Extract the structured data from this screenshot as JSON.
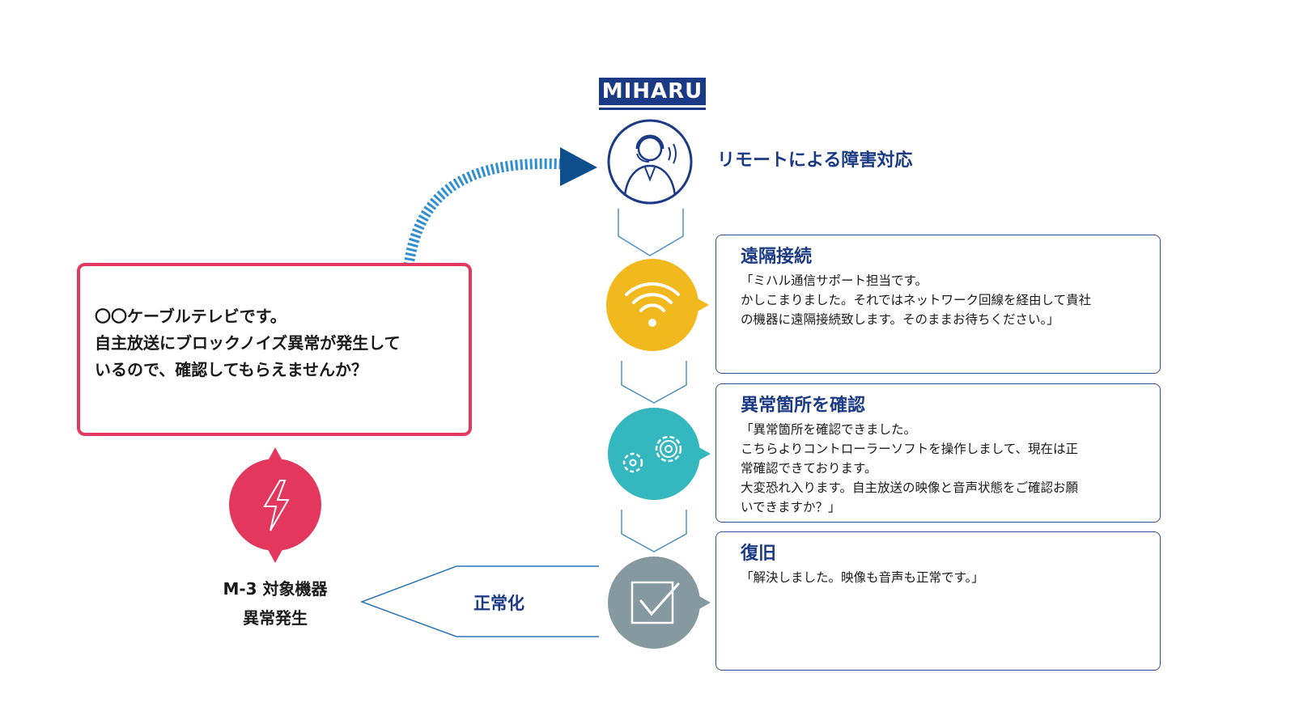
{
  "logo": {
    "text": "MIHARU"
  },
  "remote": {
    "title": "リモートによる障害対応",
    "icon": "operator-headset-icon",
    "color": "#1b3a86"
  },
  "customer": {
    "message": "〇〇ケーブルテレビです。\n自主放送にブロックノイズ異常が発生して\nいるので、確認してもらえませんか？",
    "border_color": "#e23a5f"
  },
  "device": {
    "label": "M-3 対象機器\n異常発生",
    "icon": "lightning-icon",
    "color": "#e3375e"
  },
  "steps": [
    {
      "title": "遠隔接続",
      "message": "「ミハル通信サポート担当です。\nかしこまりました。それではネットワーク回線を経由して貴社\nの機器に遠隔接続致します。そのままお待ちください。」",
      "icon": "wifi-icon",
      "color": "#f1b91e"
    },
    {
      "title": "異常箇所を確認",
      "message": "「異常箇所を確認できました。\nこちらよりコントローラーソフトを操作しまして、現在は正\n常確認できております。\n大変恐れ入ります。自主放送の映像と音声状態をご確認お願\nいできますか？」",
      "icon": "gears-icon",
      "color": "#34b7be"
    },
    {
      "title": "復旧",
      "message": "「解決しました。映像も音声も正常です。」",
      "icon": "checkbox-icon",
      "color": "#8599a1"
    }
  ],
  "normalize": {
    "label": "正常化"
  },
  "colors": {
    "accent": "#1b3a86",
    "arrow_dots": "#2f8fd0",
    "connector": "#4a90c8"
  }
}
